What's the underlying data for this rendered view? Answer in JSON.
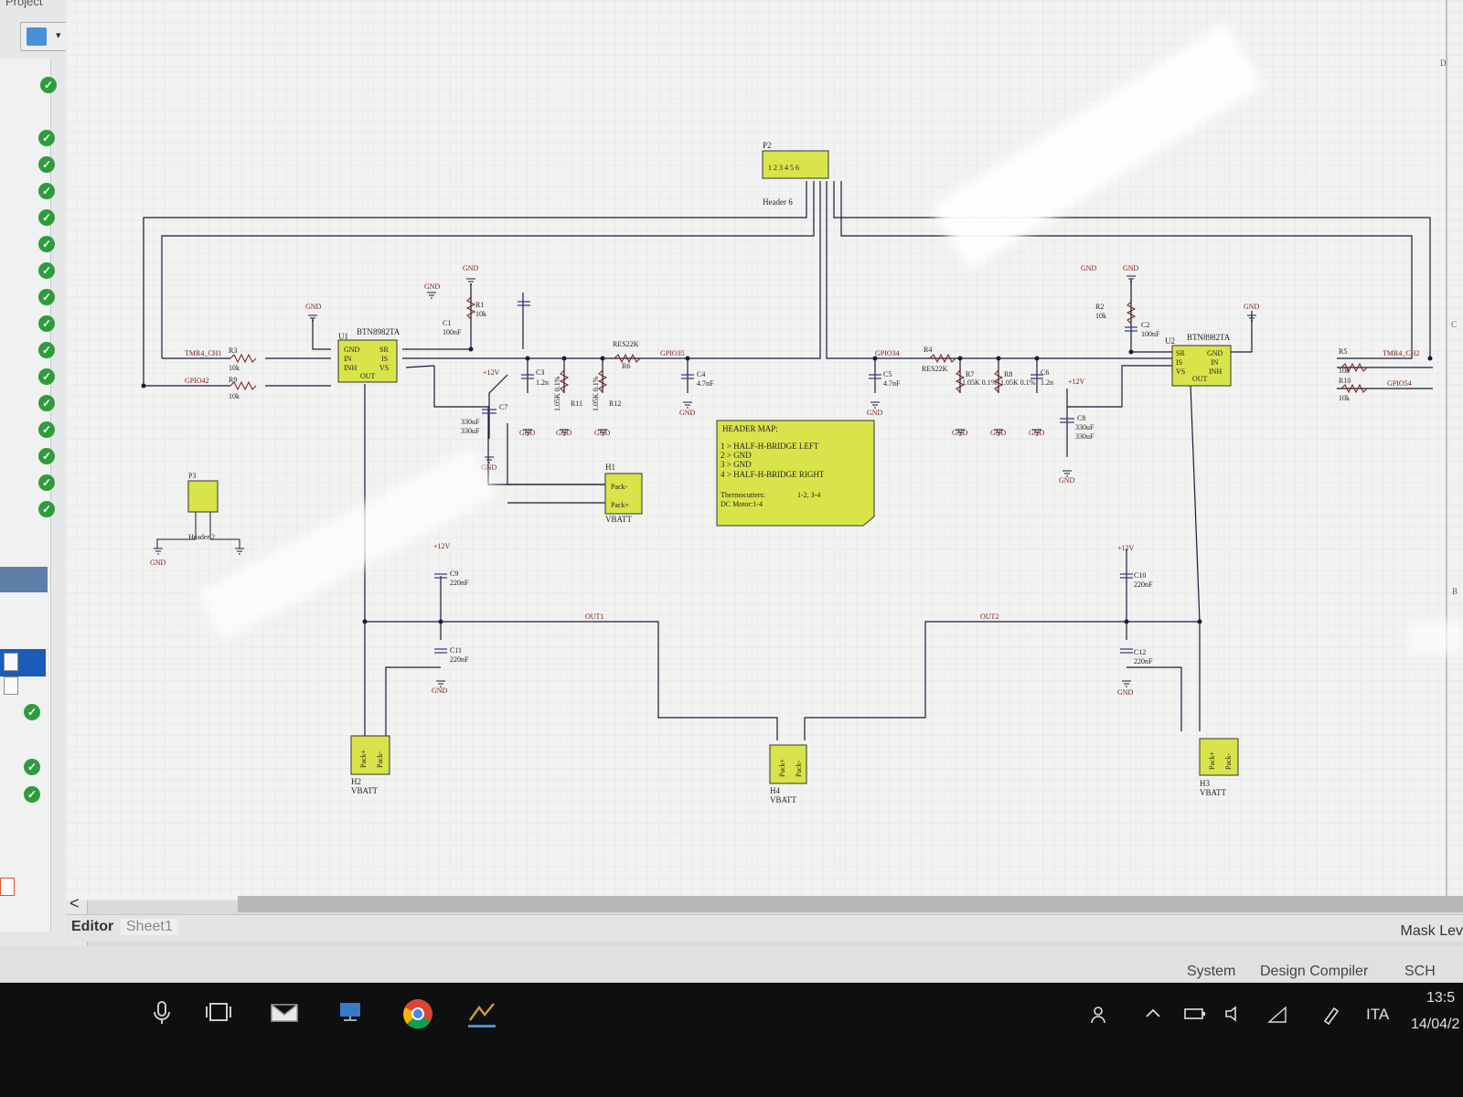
{
  "left_panel": {
    "project_label": "Project",
    "open_chevron": "▾"
  },
  "editor_tabs": {
    "editor": "Editor",
    "sheet1": "Sheet1"
  },
  "mask_level": "Mask Lev",
  "status_bar": {
    "system": "System",
    "design_compiler": "Design Compiler",
    "sch": "SCH"
  },
  "taskbar": {
    "language": "ITA",
    "time": "13:5",
    "date": "14/04/2"
  },
  "schematic": {
    "p2": {
      "ref": "P2",
      "pins": "1 2 3 4 5 6",
      "name": "Header 6"
    },
    "u1": {
      "ref": "U1",
      "part": "BTN8982TA",
      "pin_gnd": "GND",
      "pin_sr": "SR",
      "pin_in": "IN",
      "pin_is": "IS",
      "pin_inh": "INH",
      "pin_vs": "VS",
      "pin_out": "OUT"
    },
    "u2": {
      "ref": "U2",
      "part": "BTN8982TA",
      "pin_sr": "SR",
      "pin_gnd": "GND",
      "pin_is": "IS",
      "pin_in": "IN",
      "pin_vs": "VS",
      "pin_inh": "INH",
      "pin_out": "OUT"
    },
    "header_map": {
      "title": "HEADER MAP:",
      "line1": "1 > HALF-H-BRIDGE LEFT",
      "line2": "2 > GND",
      "line3": "3 > GND",
      "line4": "4 > HALF-H-BRIDGE RIGHT",
      "thermo_label": "Thermocutters:",
      "thermo_pins": "1-2, 3-4",
      "motor": "DC Motor:1-4"
    },
    "nets": {
      "tmr4_ch1": "TMR4_CH1",
      "gpio42": "GPIO42",
      "gpio35": "GPIO35",
      "gpio34": "GPIO34",
      "tmr4_ch2": "TMR4_CH2",
      "gpio54": "GPIO54",
      "out1": "OUT1",
      "out2": "OUT2",
      "plus12v": "+12V",
      "gnd": "GND"
    },
    "resistors": {
      "r1": "R1",
      "r1_val": "10k",
      "r2": "R2",
      "r2_val": "10k",
      "r3": "R3",
      "r3_val": "10k",
      "r9": "R9",
      "r9_val": "10k",
      "r4": "R4",
      "r4_val": "RES22K",
      "r6": "R6",
      "r6_val": "RES22K",
      "r5": "R5",
      "r5_val": "10k",
      "r10": "R10",
      "r10_val": "10k",
      "r7": "R7",
      "r7_val": "1.05K 0.1%",
      "r8": "R8",
      "r8_val": "1.05K 0.1%",
      "r11": "R11",
      "r11_val": "1.05K 0.1%",
      "r12": "R12",
      "r12_val": "1.05K 0.1%"
    },
    "capacitors": {
      "c1": "C1",
      "c1_val": "100nF",
      "c2": "C2",
      "c2_val": "100nF",
      "c3": "C3",
      "c3_val": "1.2n",
      "c6": "C6",
      "c6_val": "1.2n",
      "c4": "C4",
      "c4_val": "4.7nF",
      "c5": "C5",
      "c5_val": "4.7nF",
      "c7": "C7",
      "c7_val": "330uF",
      "c8": "C8",
      "c8_val": "330uF",
      "c9": "C9",
      "c9_val": "220nF",
      "c10": "C10",
      "c10_val": "220nF",
      "c11": "C11",
      "c11_val": "220nF",
      "c12": "C12",
      "c12_val": "220nF"
    },
    "connectors": {
      "h1": "H1",
      "h2": "H2",
      "h3": "H3",
      "h4": "H4",
      "p3": "P3",
      "vbatt": "VBATT",
      "pack_minus": "Pack-",
      "pack_plus": "Pack+",
      "header2": "Header 2"
    }
  },
  "colors": {
    "component_fill": "#d9e44a",
    "wire": "#1b1b3a",
    "label": "#7a1a1a",
    "sheet": "#f2f2f1",
    "grid": "#e3e6e8"
  },
  "icons": [
    "check-icon",
    "file-icon",
    "microphone-icon",
    "task-view-icon",
    "mail-icon",
    "computer-icon",
    "chrome-icon",
    "eda-app-icon",
    "people-icon",
    "chevron-up-icon",
    "battery-icon",
    "volume-icon",
    "network-icon",
    "pen-icon"
  ]
}
